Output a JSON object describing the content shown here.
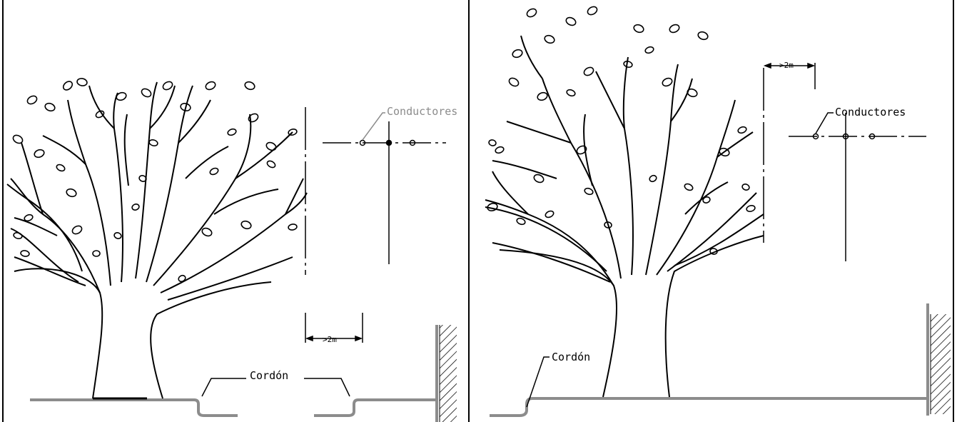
{
  "left_panel": {
    "conductors_label": "Conductores",
    "curb_label": "Cordón",
    "clearance_label": ">2m"
  },
  "right_panel": {
    "conductors_label": "Conductores",
    "curb_label": "Cordón",
    "clearance_label": ">2m"
  },
  "colors": {
    "ink": "#000000",
    "ground": "#8c8c8c",
    "background": "#ffffff"
  }
}
